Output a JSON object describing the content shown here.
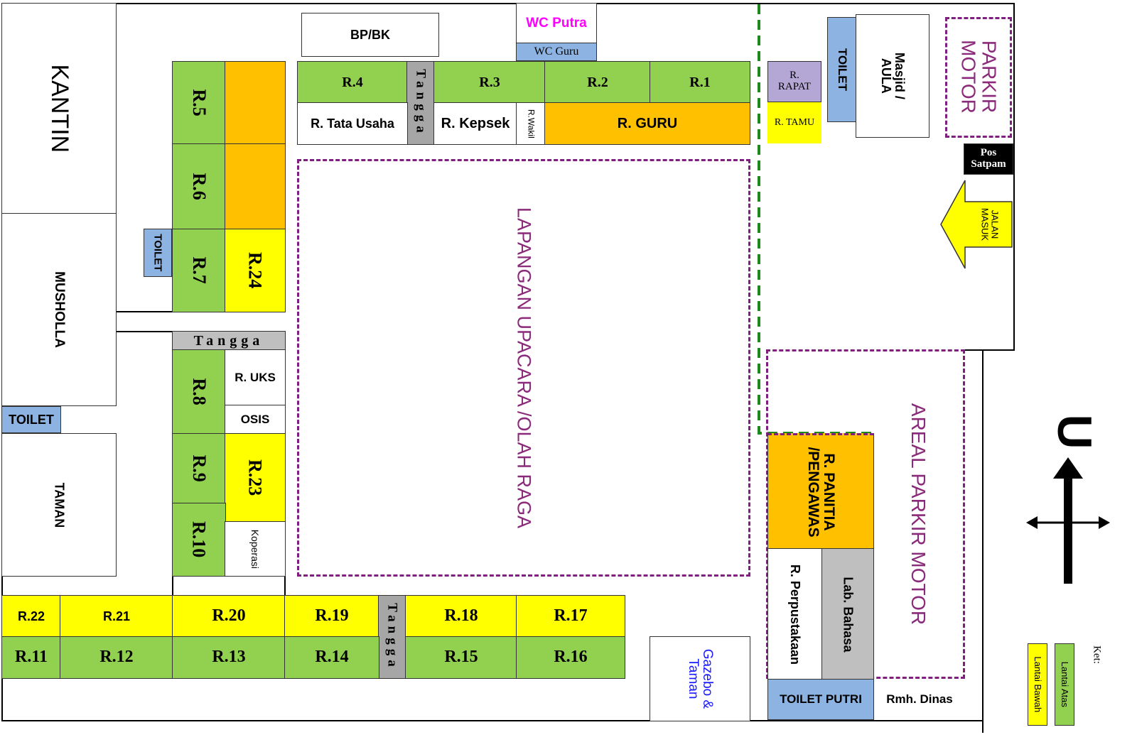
{
  "rooms": {
    "kantin": "KANTIN",
    "musholla": "MUSHOLLA",
    "toilet_left": "TOILET",
    "taman": "TAMAN",
    "bpbk": "BP/BK",
    "wc_putra": "WC Putra",
    "wc_guru": "WC Guru",
    "r5": "R.5",
    "r6": "R.6",
    "r7": "R.7",
    "r24": "R.24",
    "toilet_mid": "TOILET",
    "tangga_mid": "Tangga",
    "r8": "R.8",
    "r_uks": "R. UKS",
    "osis": "OSIS",
    "r9": "R.9",
    "r23": "R.23",
    "r10": "R.10",
    "koperasi": "Koperasi",
    "r4": "R.4",
    "tangga_top": "Tangga",
    "r3": "R.3",
    "r2": "R.2",
    "r1": "R.1",
    "r_tata_usaha": "R. Tata Usaha",
    "r_kepsek": "R. Kepsek",
    "r_wakil": "R.Wakil",
    "r_guru": "R. GURU",
    "r_rapat": "R. RAPAT",
    "r_tamu": "R. TAMU",
    "toilet_right": "TOILET",
    "masjid": "Masjid / AULA",
    "parkir_motor_top": "PARKIR MOTOR",
    "pos_satpam": "Pos Satpam",
    "jalan_masuk": "JALAN MASUK",
    "r22": "R.22",
    "r21": "R.21",
    "r20": "R.20",
    "r19": "R.19",
    "tangga_bottom": "Tangga",
    "r18": "R.18",
    "r17": "R.17",
    "r11": "R.11",
    "r12": "R.12",
    "r13": "R.13",
    "r14": "R.14",
    "r15": "R.15",
    "r16": "R.16",
    "gazebo": "Gazebo & Taman",
    "r_panitia": "R. PANITIA /PENGAWAS",
    "r_perpustakaan": "R. Perpustakaan",
    "lab_bahasa": "Lab. Bahasa",
    "toilet_putri": "TOILET PUTRI",
    "rmh_dinas": "Rmh. Dinas"
  },
  "areas": {
    "lapangan": "LAPANGAN UPACARA /OLAH RAGA",
    "areal_parkir": "AREAL PARKIR MOTOR"
  },
  "compass": {
    "north": "U"
  },
  "legend": {
    "title": "Ket:",
    "upper": "Lantai Atas",
    "lower": "Lantai Bawah"
  },
  "colors": {
    "upper_floor": "#92d050",
    "lower_floor": "#ffff00",
    "office": "#ffc000",
    "toilet": "#8db3e2",
    "area_outline": "#7f1f7f",
    "boundary": "#1e8a1e"
  }
}
